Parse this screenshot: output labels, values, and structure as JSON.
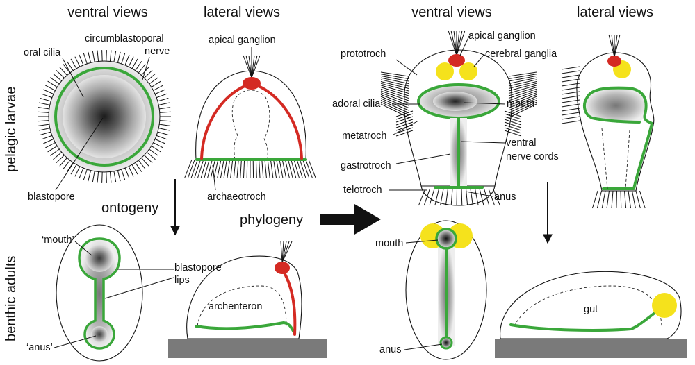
{
  "headers": {
    "ventral_left": "ventral views",
    "lateral_left": "lateral views",
    "ventral_right": "ventral views",
    "lateral_right": "lateral views"
  },
  "side_labels": {
    "pelagic": "pelagic larvae",
    "benthic": "benthic adults"
  },
  "arrows": {
    "ontogeny": "ontogeny",
    "phylogeny": "phylogeny"
  },
  "labels": {
    "oral_cilia": "oral cilia",
    "circumblastoporal_1": "circumblastoporal",
    "circumblastoporal_2": "nerve",
    "blastopore": "blastopore",
    "apical_ganglion_left": "apical ganglion",
    "archaeotroch": "archaeotroch",
    "mouth_quoted": "‘mouth’",
    "anus_quoted": "‘anus’",
    "blastopore_lips_1": "blastopore",
    "blastopore_lips_2": "lips",
    "archenteron": "archenteron",
    "prototroch": "prototroch",
    "apical_ganglion_right": "apical ganglion",
    "cerebral_ganglia": "cerebral ganglia",
    "adoral_cilia": "adoral cilia",
    "mouth_larva": "mouth",
    "metatroch": "metatroch",
    "ventral_nerve_1": "ventral",
    "ventral_nerve_2": "nerve cords",
    "gastrotroch": "gastrotroch",
    "telotroch": "telotroch",
    "anus_larva": "anus",
    "mouth_adult": "mouth",
    "anus_adult": "anus",
    "gut": "gut"
  },
  "colors": {
    "nerve": "#3aa73a",
    "apical": "#d42a23",
    "ganglia": "#f5e21c",
    "substrate": "#7a7a7a"
  }
}
